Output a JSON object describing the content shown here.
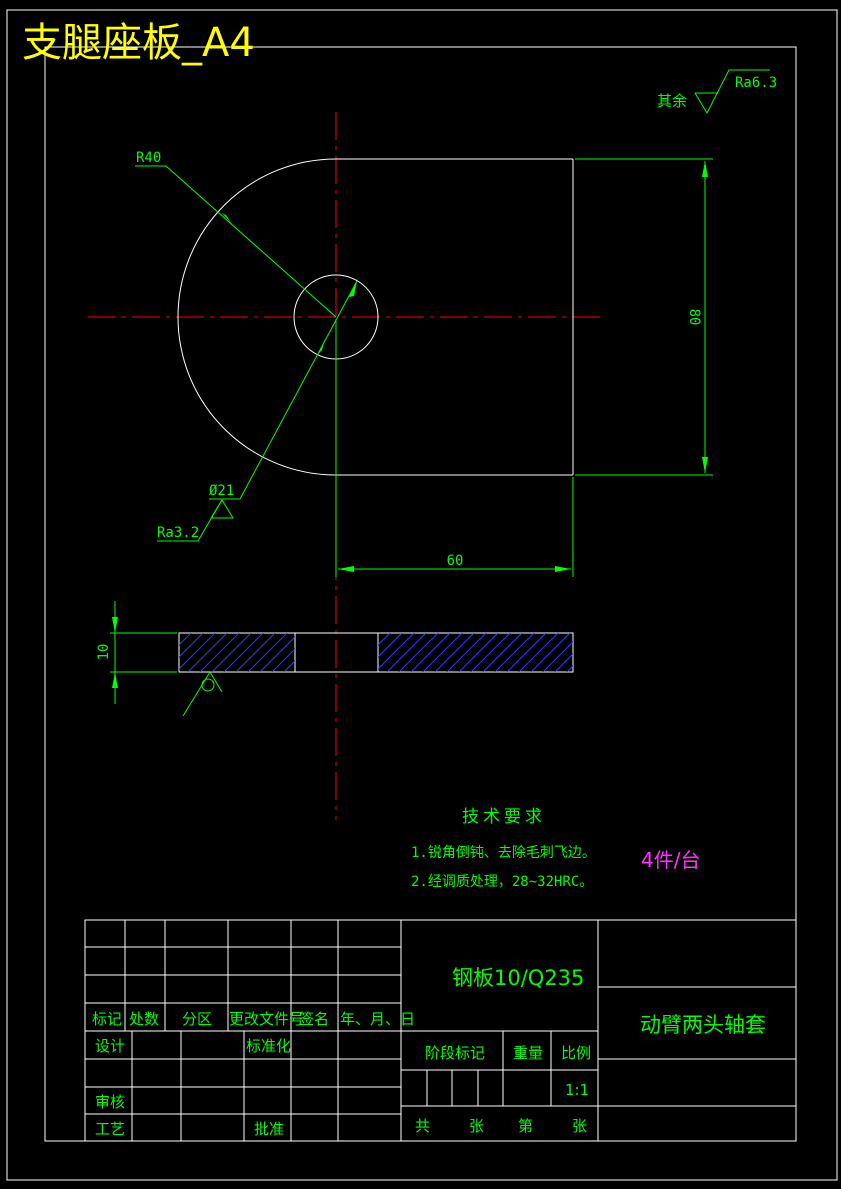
{
  "drawing_title": "支腿座板_A4",
  "surface_rest": {
    "label": "其余",
    "value": "Ra6.3"
  },
  "dims": {
    "radius": "R40",
    "hole": "Ø21",
    "hole_roughness": "Ra3.2",
    "height": "80",
    "length": "60",
    "thickness": "10"
  },
  "tech_req": {
    "title": "技术要求",
    "items": [
      "1.锐角倒钝、去除毛刺飞边。",
      "2.经调质处理，28~32HRC。"
    ]
  },
  "quantity": "4件/台",
  "title_block": {
    "headers": [
      "标记",
      "处数",
      "分区",
      "更改文件号",
      "签名",
      "年、月、日"
    ],
    "design": "设计",
    "standardize": "标准化",
    "review": "审核",
    "process": "工艺",
    "approve": "批准",
    "material": "钢板10/Q235",
    "stage_mark": "阶段标记",
    "weight": "重量",
    "ratio": "比例",
    "scale": "1:1",
    "total": "共",
    "sheets": "张",
    "nth": "第",
    "sheet": "张",
    "part_name": "动臂两头轴套"
  }
}
